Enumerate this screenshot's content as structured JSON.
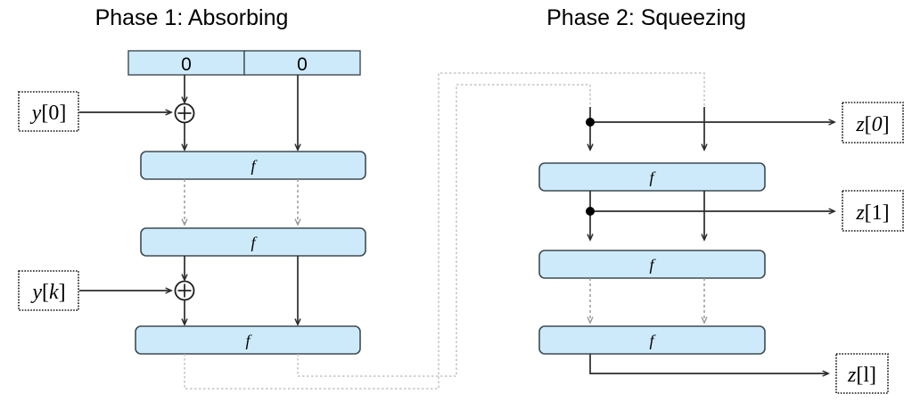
{
  "figure": {
    "kind": "sponge-construction-diagram",
    "colors": {
      "block_fill": "#cdeafb",
      "block_stroke": "#3f4b52",
      "solid_line": "#2b2b2b",
      "dashed_line": "#9a9a9a",
      "feedback_line": "#b8b8b8",
      "text": "#000000"
    }
  },
  "phases": {
    "absorbing": {
      "title": "Phase 1: Absorbing",
      "initial_state": {
        "rate_value": "0",
        "capacity_value": "0"
      },
      "permutations": [
        {
          "label": "f"
        },
        {
          "label": "f"
        },
        {
          "label": "f"
        }
      ],
      "inputs": [
        {
          "label_var": "y",
          "label_index": "[0]",
          "label": "y[0]"
        },
        {
          "label_var": "y",
          "label_index": "[k]",
          "label": "y[k]"
        }
      ],
      "operators": [
        {
          "symbol": "xor",
          "glyph": "+"
        },
        {
          "symbol": "xor",
          "glyph": "+"
        }
      ]
    },
    "squeezing": {
      "title": "Phase 2: Squeezing",
      "permutations": [
        {
          "label": "f"
        },
        {
          "label": "f"
        },
        {
          "label": "f"
        }
      ],
      "outputs": [
        {
          "label_var": "z",
          "label_index": "[0]",
          "label": "z[0]"
        },
        {
          "label_var": "z",
          "label_index": "[1]",
          "label": "z[1]"
        },
        {
          "label_var": "z",
          "label_index": "[l]",
          "label": "z[l]"
        }
      ],
      "taps": [
        {
          "name": "output-tap-0"
        },
        {
          "name": "output-tap-1"
        }
      ]
    }
  }
}
